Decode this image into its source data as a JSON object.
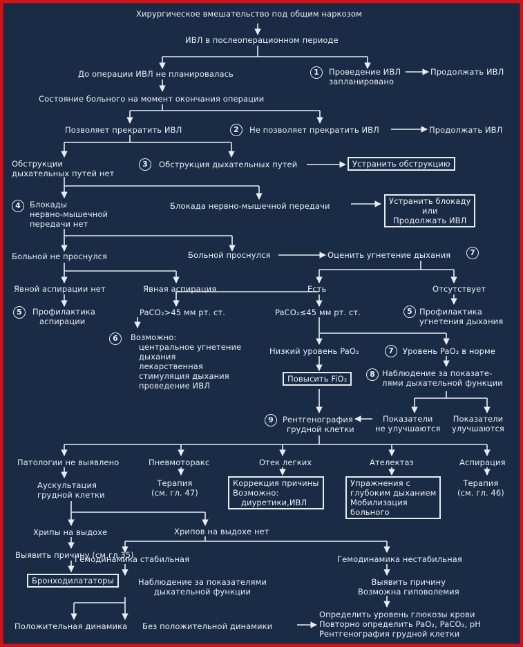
{
  "nodes": {
    "n01": "Хирургическое вмешательство под общим наркозом",
    "n02": "ИВЛ в послеоперационном периоде",
    "n03": "До операции ИВЛ не планировалась",
    "n04a": "Проведение ИВЛ",
    "n04b": "запланировано",
    "n05": "Продолжать ИВЛ",
    "n06": "Состояние больного на момент окончания операции",
    "n07": "Позволяет прекратить ИВЛ",
    "n08": "Не позволяет прекратить ИВЛ",
    "n09": "Продолжать ИВЛ",
    "n10a": "Обструкции",
    "n10b": "дыхательных путей нет",
    "n11": "Обструкция дыхательных путей",
    "n12": "Устранить обструкцию",
    "n13a": "Блокады",
    "n13b": "нервно-мышечной",
    "n13c": "передачи нет",
    "n14": "Блокада нервно-мышечной передачи",
    "n15a": "Устранить блокаду",
    "n15b": "или",
    "n15c": "Продолжать ИВЛ",
    "n16": "Больной не проснулся",
    "n17": "Больной проснулся",
    "n18": "Оценить угнетение дыхания",
    "n19": "Явной аспирации нет",
    "n20": "Явная аспирация",
    "n21": "Есть",
    "n22": "Отсутствует",
    "n23a": "Профилактика",
    "n23b": "аспирации",
    "n24": "PaCO₂>45 мм рт. ст.",
    "n25": "PaCO₂≤45 мм рт. ст.",
    "n26a": "Профилактика",
    "n26b": "угнетения дыхания",
    "n27a": "Возможно:",
    "n27b": "центральное угнетение",
    "n27c": "дыхания",
    "n27d": "лекарственная",
    "n27e": "стимуляция дыхания",
    "n27f": "проведение ИВЛ",
    "n28": "Низкий уровень PaO₂",
    "n29": "Уровень PaO₂ в норме",
    "n30": "Повысить FiO₂",
    "n31a": "Наблюдение за показате-",
    "n31b": "лями дыхательной функции",
    "n32a": "Рентгенография",
    "n32b": "грудной клетки",
    "n33a": "Показатели",
    "n33b": "не улучшаются",
    "n34a": "Показатели",
    "n34b": "улучшаются",
    "n35": "Патологии не выявлено",
    "n36": "Пневмоторакс",
    "n37": "Отек легких",
    "n38": "Ателектаз",
    "n39": "Аспирация",
    "n40a": "Аускультация",
    "n40b": "грудной клетки",
    "n41a": "Терапия",
    "n41b": "(см. гл. 47)",
    "n42a": "Коррекция причины",
    "n42b": "Возможно:",
    "n42c": "диуретики,ИВЛ",
    "n43a": "Упражнения с",
    "n43b": "глубоким дыханием",
    "n43c": "Мобилизация",
    "n43d": "больного",
    "n44a": "Терапия",
    "n44b": "(см. гл. 46)",
    "n45": "Хрипы на выдохе",
    "n46": "Хрипов на выдохе нет",
    "n47": "Выявить причину (см.гл.35)",
    "n48": "Гемодинамика стабильная",
    "n49": "Гемодинамика нестабильная",
    "n50": "Бронходилататоры",
    "n51a": "Наблюдение за показателями",
    "n51b": "дыхательной функции",
    "n52a": "Выявить причину",
    "n52b": "Возможна гиповолемия",
    "n53": "Положительная динамика",
    "n54": "Без положительной динамики",
    "n55a": "Определить уровень глюкозы крови",
    "n55b": "Повторно определить PaO₂, PaCO₂, pH",
    "n55c": "Рентгенография грудной клетки"
  },
  "badges": {
    "b1": "1",
    "b2": "2",
    "b3": "3",
    "b4": "4",
    "b5a": "5",
    "b5b": "5",
    "b6": "6",
    "b7a": "7",
    "b7b": "7",
    "b8": "8",
    "b9": "9"
  }
}
